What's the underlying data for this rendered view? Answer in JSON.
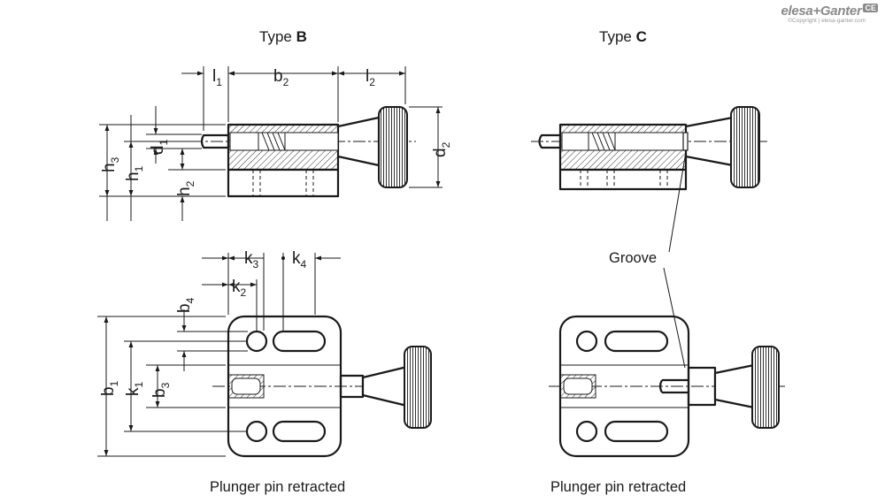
{
  "brand": {
    "name": "elesa+Ganter",
    "mark": "CE",
    "copyright": "©Copyright | elesa-ganter.com"
  },
  "titles": {
    "type_b_prefix": "Type ",
    "type_b_letter": "B",
    "type_c_prefix": "Type ",
    "type_c_letter": "C"
  },
  "dimensions": {
    "l1": "l",
    "l1_sub": "1",
    "b2": "b",
    "b2_sub": "2",
    "l2": "l",
    "l2_sub": "2",
    "h3": "h",
    "h3_sub": "3",
    "h1": "h",
    "h1_sub": "1",
    "d1": "d",
    "d1_sub": "1",
    "h2": "h",
    "h2_sub": "2",
    "d2": "d",
    "d2_sub": "2",
    "k3": "k",
    "k3_sub": "3",
    "k4": "k",
    "k4_sub": "4",
    "k2": "k",
    "k2_sub": "2",
    "b4": "b",
    "b4_sub": "4",
    "b1": "b",
    "b1_sub": "1",
    "k1": "k",
    "k1_sub": "1",
    "b3": "b",
    "b3_sub": "3"
  },
  "annotations": {
    "groove": "Groove"
  },
  "captions": {
    "left": "Plunger pin retracted",
    "right": "Plunger pin retracted"
  }
}
